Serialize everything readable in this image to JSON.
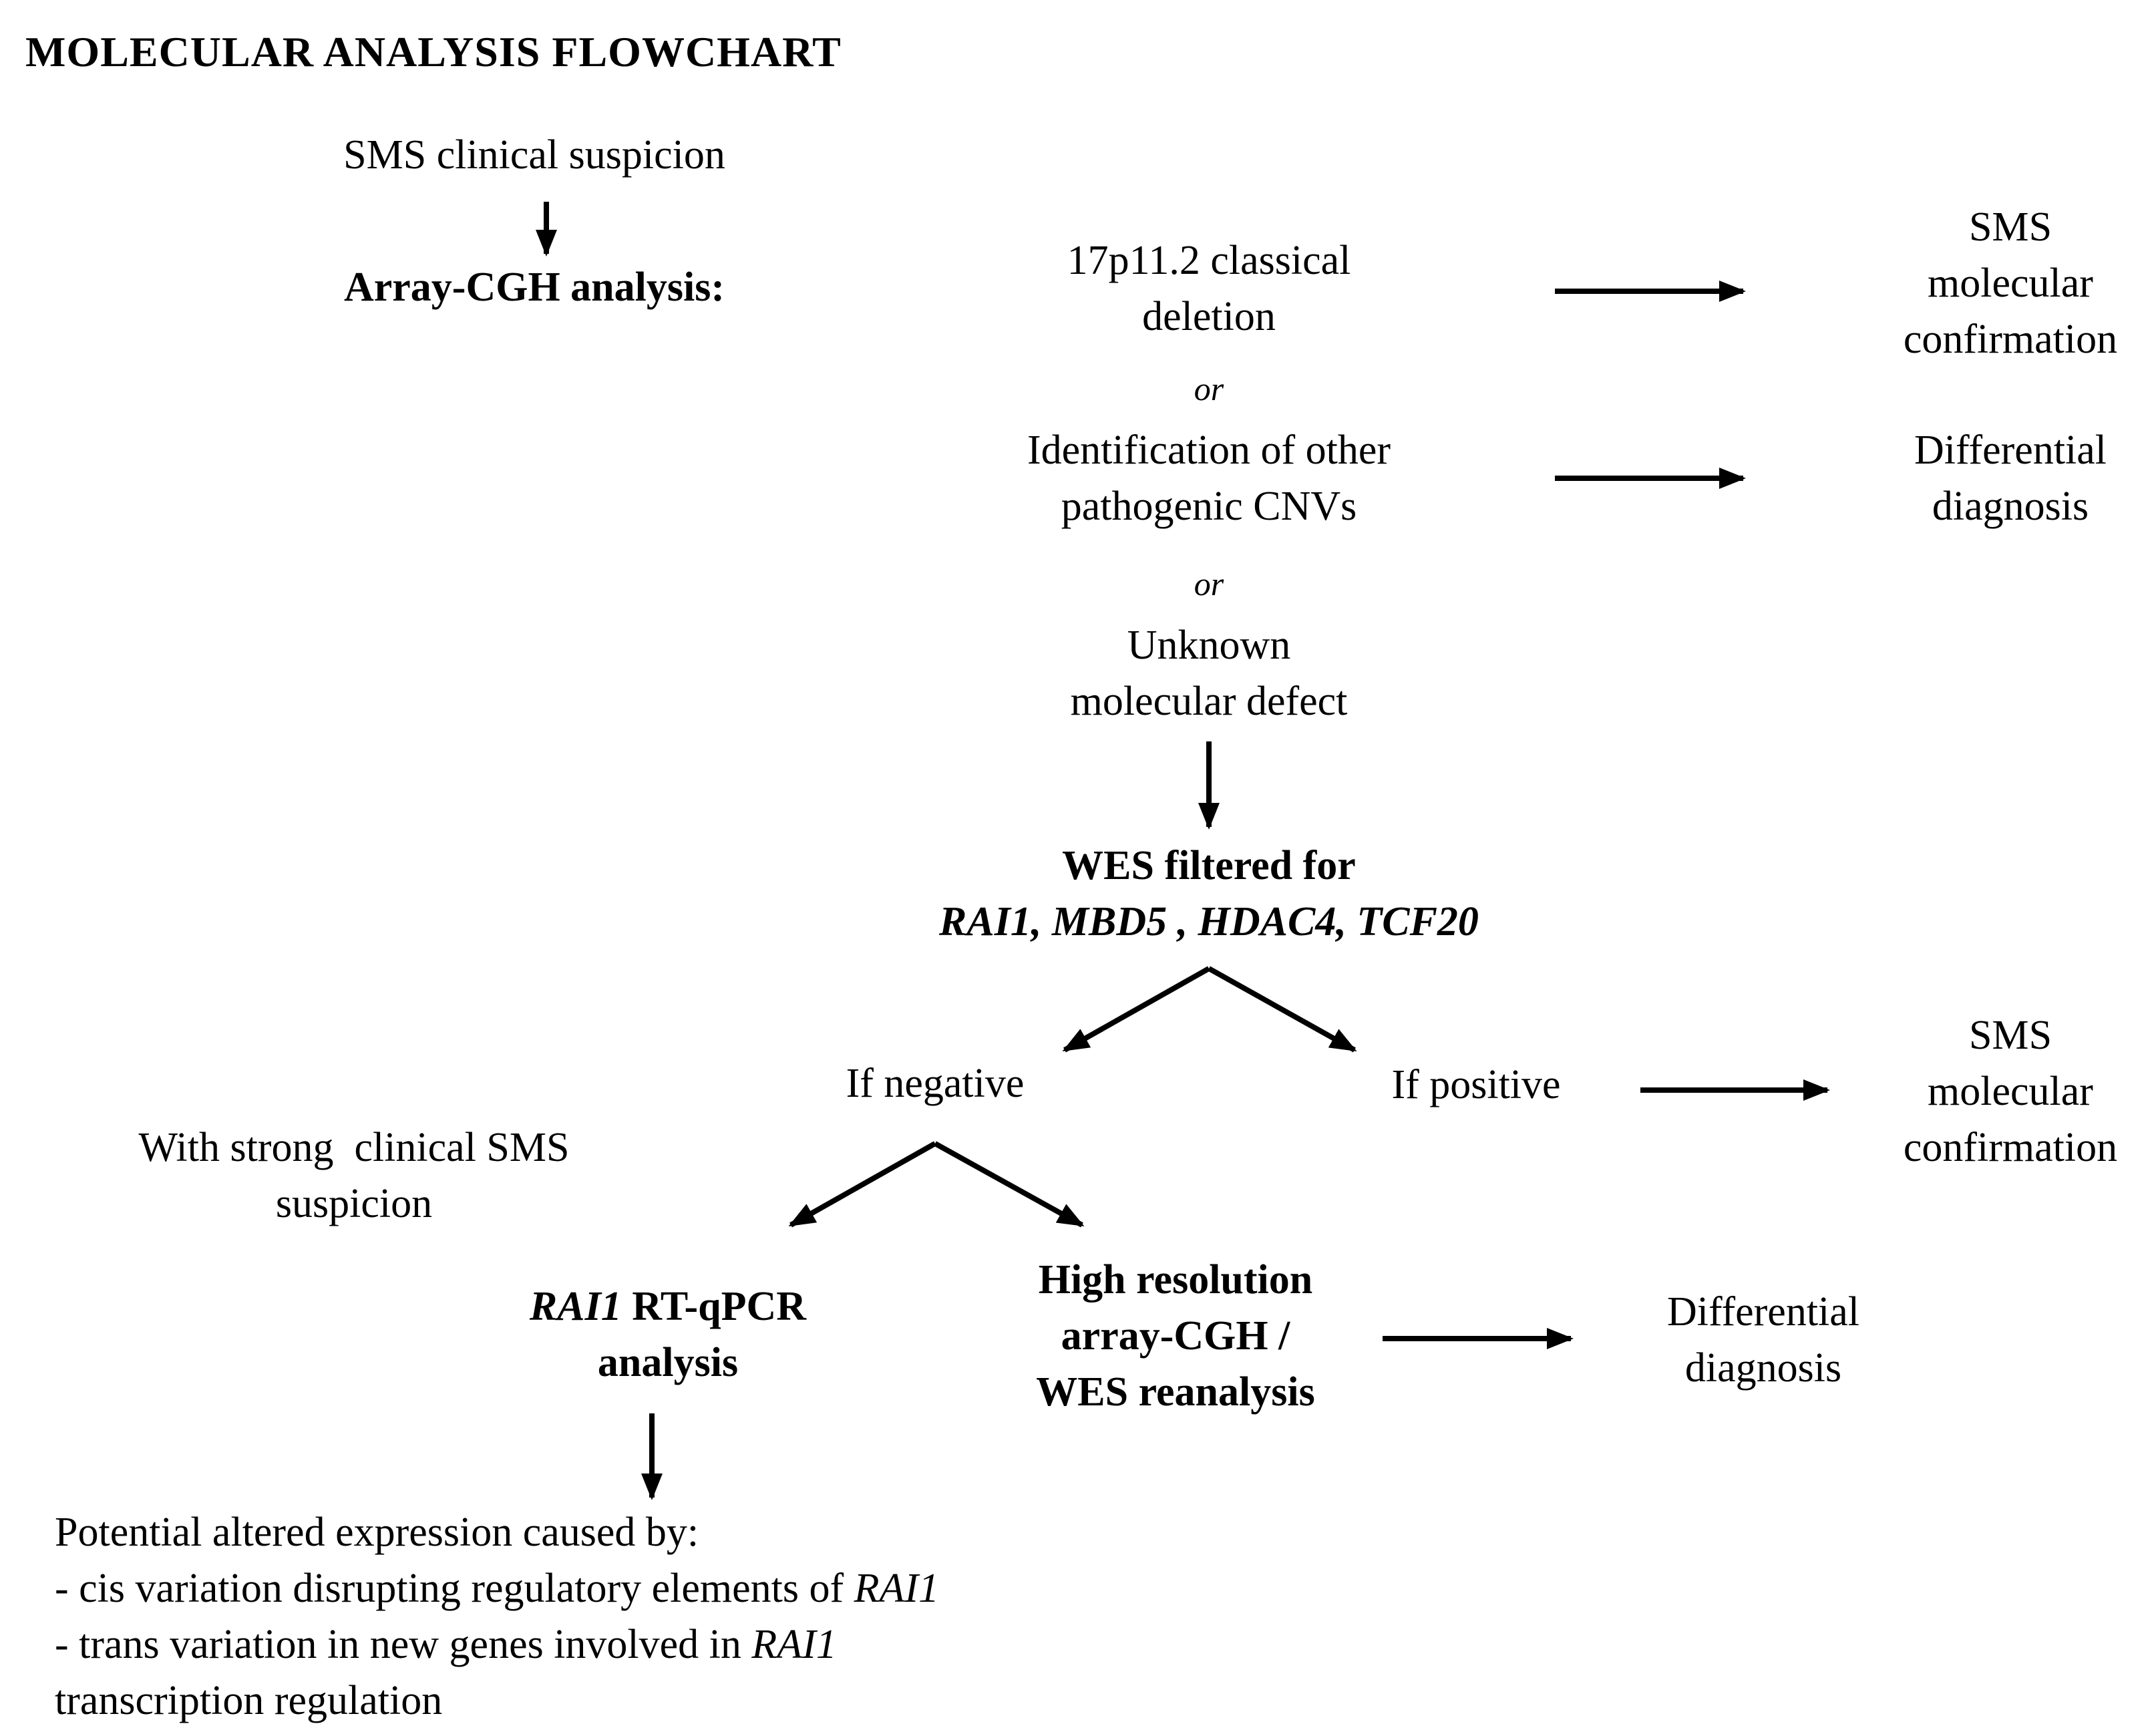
{
  "title": "MOLECULAR ANALYSIS FLOWCHART",
  "nodes": {
    "sms_suspicion": "SMS clinical suspicion",
    "array_cgh": "Array-CGH analysis:",
    "classical_deletion": [
      "17p11.2 classical",
      "deletion"
    ],
    "or_1": "or",
    "other_cnvs": [
      "Identification of other",
      "pathogenic CNVs"
    ],
    "or_2": "or",
    "unknown_defect": [
      "Unknown",
      "molecular defect"
    ],
    "sms_confirm_1": [
      "SMS",
      "molecular",
      "confirmation"
    ],
    "diff_diag_1": [
      "Differential",
      "diagnosis"
    ],
    "wes_filtered": "WES filtered for",
    "wes_genes": "RAI1, MBD5 , HDAC4, TCF20",
    "if_negative": "If negative",
    "if_positive": "If positive",
    "sms_confirm_2": [
      "SMS",
      "molecular",
      "confirmation"
    ],
    "strong_suspicion": [
      "With strong  clinical SMS",
      "suspicion"
    ],
    "rt_qpcr_gene": "RAI1",
    "rt_qpcr_rest": " RT-qPCR",
    "rt_qpcr_line2": "analysis",
    "high_res": [
      "High resolution",
      "array-CGH /",
      "WES reanalysis"
    ],
    "diff_diag_2": [
      "Differential",
      "diagnosis"
    ],
    "potential": {
      "line1": "Potential altered expression caused by:",
      "line2_a": "- cis variation disrupting regulatory elements of ",
      "line2_gene": "RAI1",
      "line3_a": "- trans variation in new genes involved in ",
      "line3_gene": "RAI1",
      "line4": "transcription regulation"
    }
  }
}
